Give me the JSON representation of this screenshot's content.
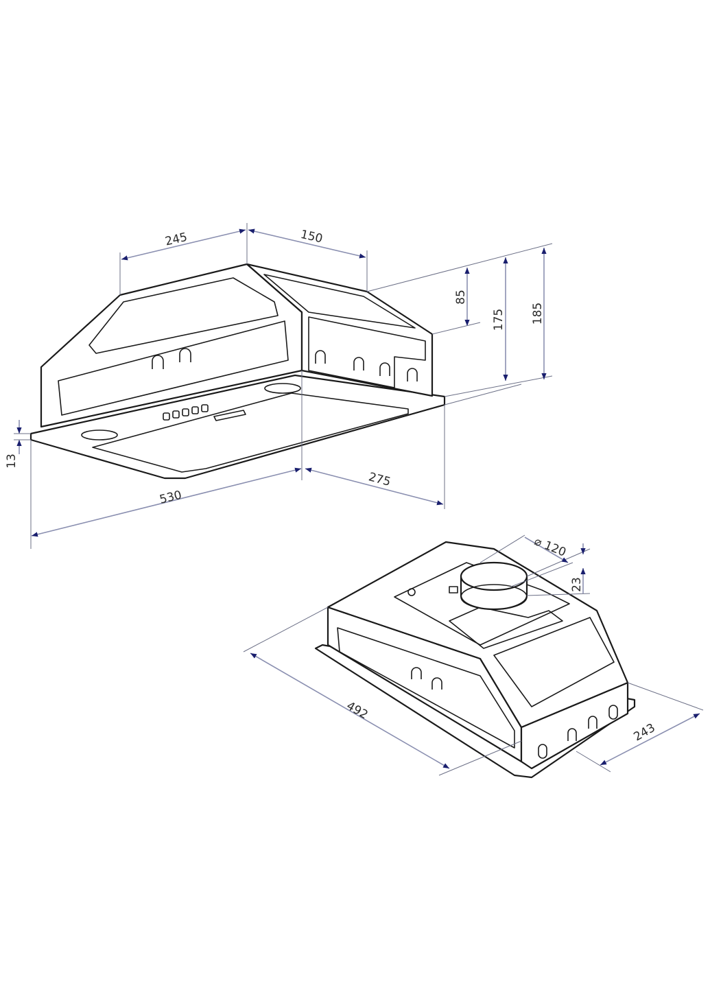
{
  "dimensions": {
    "top_view": {
      "depth_left": "245",
      "depth_right": "150",
      "height_upper": "85",
      "height_body": "175",
      "height_total": "185",
      "tray_thickness": "13",
      "width_total": "530",
      "depth_total": "275"
    },
    "bottom_view": {
      "duct_diameter": "⌀ 120",
      "collar_height": "23",
      "body_width": "492",
      "body_depth": "243"
    }
  },
  "colors": {
    "outline": "#1a1a1a",
    "dimension_line": "#8a8fb0",
    "arrowhead": "#1a1f6e"
  }
}
